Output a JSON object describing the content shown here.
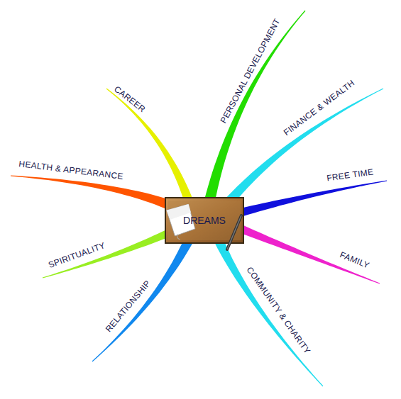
{
  "diagram": {
    "nodes": [
      {
        "text": [
          "DREAMS"
        ]
      }
    ],
    "edges": [],
    "labels": [
      "CAREER",
      "PERSONAL DEVELOPMENT",
      "FINANCE & WEALTH",
      "FREE TIME",
      "FAMILY",
      "COMMUNITY & CHARITY",
      "RELATIONSHIP",
      "SPIRITUALITY",
      "HEALTH & APPEARANCE"
    ]
  }
}
